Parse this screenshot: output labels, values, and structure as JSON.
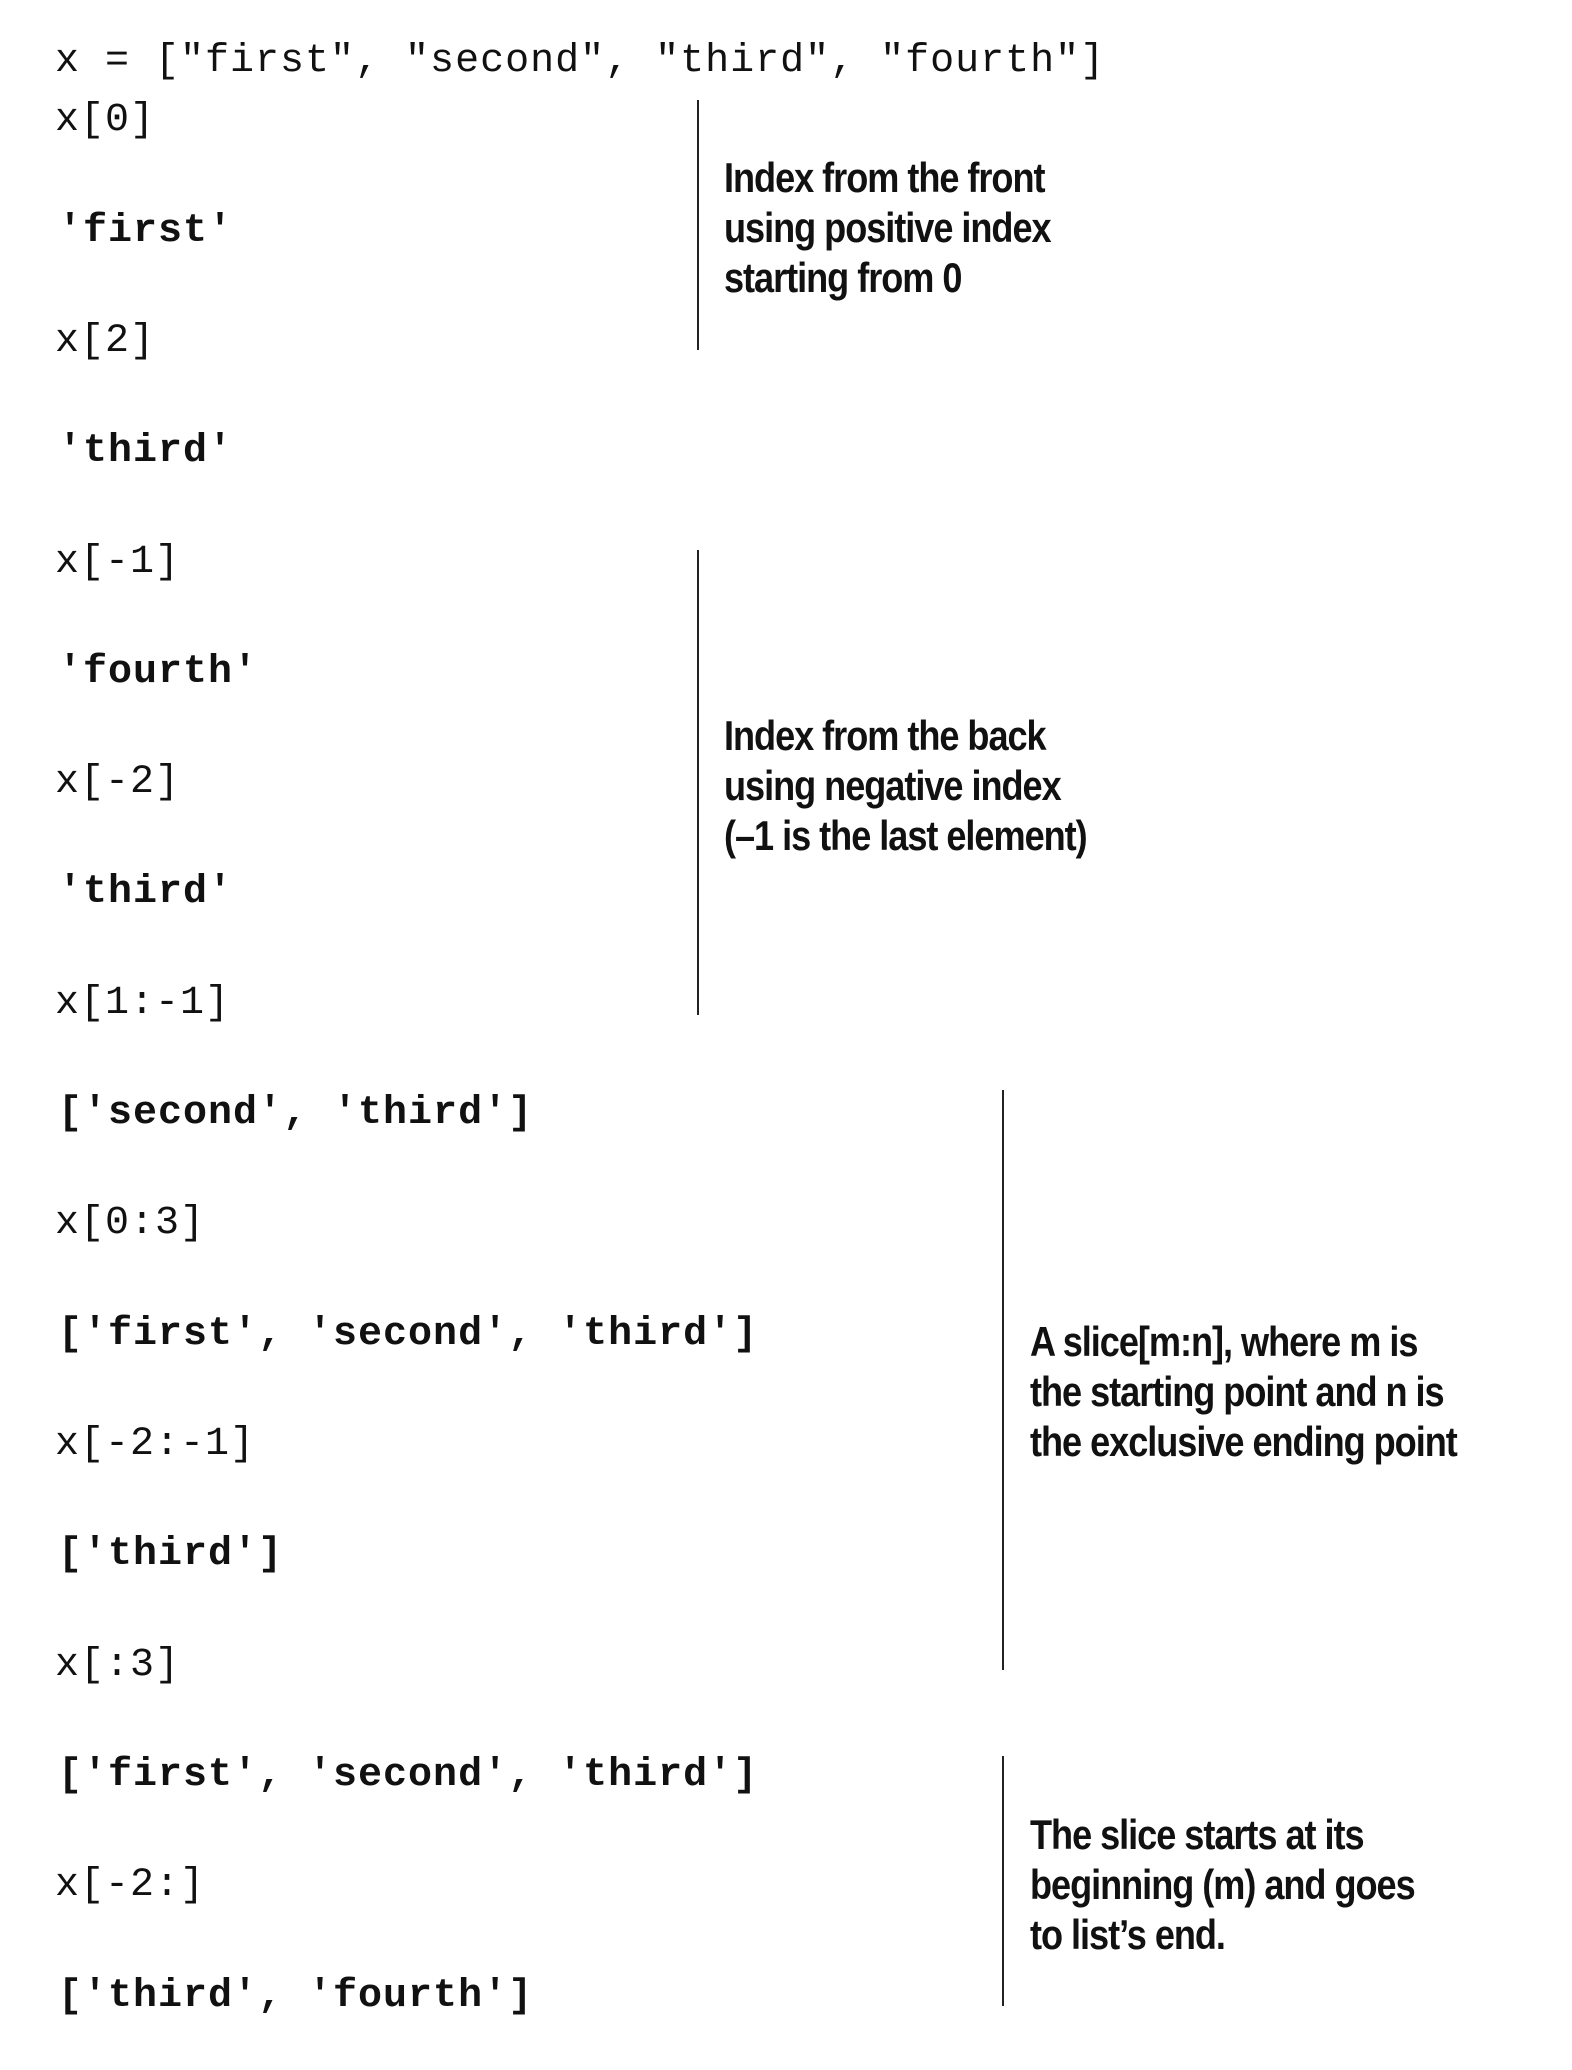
{
  "code_lines": [
    {
      "text": "x = [\"first\", \"second\", \"third\", \"fourth\"]",
      "kind": "input"
    },
    {
      "text": "x[0]",
      "kind": "input"
    },
    {
      "text": "'first'",
      "kind": "output"
    },
    {
      "text": "x[2]",
      "kind": "input"
    },
    {
      "text": "'third'",
      "kind": "output"
    },
    {
      "text": "x[-1]",
      "kind": "input"
    },
    {
      "text": "'fourth'",
      "kind": "output"
    },
    {
      "text": "x[-2]",
      "kind": "input"
    },
    {
      "text": "'third'",
      "kind": "output"
    },
    {
      "text": "x[1:-1]",
      "kind": "input"
    },
    {
      "text": "['second', 'third']",
      "kind": "output"
    },
    {
      "text": "x[0:3]",
      "kind": "input"
    },
    {
      "text": "['first', 'second', 'third']",
      "kind": "output"
    },
    {
      "text": "x[-2:-1]",
      "kind": "input"
    },
    {
      "text": "['third']",
      "kind": "output"
    },
    {
      "text": "x[:3]",
      "kind": "input"
    },
    {
      "text": "['first', 'second', 'third']",
      "kind": "output"
    },
    {
      "text": "x[-2:]",
      "kind": "input"
    },
    {
      "text": "['third', 'fourth']",
      "kind": "output"
    }
  ],
  "annotations": [
    {
      "lines": [
        "Index from the front",
        "using positive index",
        "starting from 0"
      ]
    },
    {
      "lines": [
        "Index from the back",
        "using negative index",
        "(–1 is the last element)"
      ]
    },
    {
      "lines": [
        "A slice[m:n], where m is",
        "the starting point and n is",
        "the exclusive ending point"
      ]
    },
    {
      "lines": [
        "The slice starts at its",
        "beginning (m) and goes",
        "to list’s end."
      ]
    }
  ]
}
